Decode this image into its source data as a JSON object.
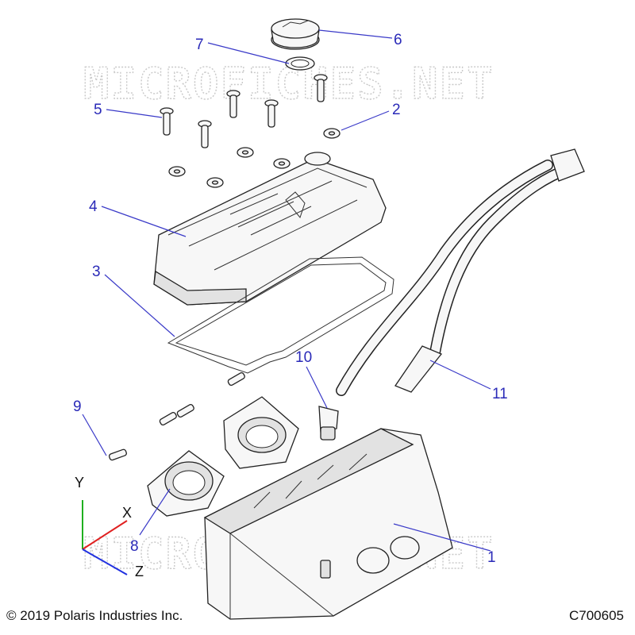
{
  "watermarks": [
    "MICROFICHES.NET",
    "MICROFICHES.NET"
  ],
  "callouts": [
    {
      "id": "1",
      "label": "1"
    },
    {
      "id": "2",
      "label": "2"
    },
    {
      "id": "3",
      "label": "3"
    },
    {
      "id": "4",
      "label": "4"
    },
    {
      "id": "5",
      "label": "5"
    },
    {
      "id": "6",
      "label": "6"
    },
    {
      "id": "7",
      "label": "7"
    },
    {
      "id": "8",
      "label": "8"
    },
    {
      "id": "9",
      "label": "9"
    },
    {
      "id": "10",
      "label": "10"
    },
    {
      "id": "11",
      "label": "11"
    }
  ],
  "axes": {
    "x": "X",
    "y": "Y",
    "z": "Z"
  },
  "axis_colors": {
    "x": "#e02020",
    "y": "#20b020",
    "z": "#2030e0"
  },
  "callout_color": "#2a2ab8",
  "footer": {
    "copyright": "© 2019 Polaris Industries Inc.",
    "code": "C700605"
  }
}
